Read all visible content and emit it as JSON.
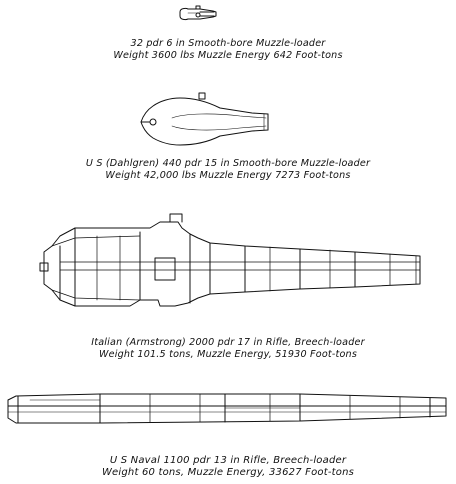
{
  "guns": [
    {
      "id": "32pdr",
      "caption_line1": "32 pdr 6 in Smooth-bore Muzzle-loader",
      "caption_line2": "Weight 3600 lbs Muzzle Energy 642 Foot-tons"
    },
    {
      "id": "dahlgren",
      "caption_line1": "U S (Dahlgren) 440 pdr 15 in Smooth-bore Muzzle-loader",
      "caption_line2": "Weight 42,000 lbs Muzzle Energy 7273 Foot-tons"
    },
    {
      "id": "armstrong",
      "caption_line1": "Italian (Armstrong) 2000 pdr 17 in Rifle, Breech-loader",
      "caption_line2": "Weight 101.5 tons, Muzzle Energy, 51930 Foot-tons"
    },
    {
      "id": "us-naval",
      "caption_line1": "U S Naval 1100 pdr 13 in Rifle, Breech-loader",
      "caption_line2": "Weight 60 tons, Muzzle Energy, 33627 Foot-tons"
    }
  ],
  "colors": {
    "ink": "#111111",
    "paper": "#ffffff"
  }
}
